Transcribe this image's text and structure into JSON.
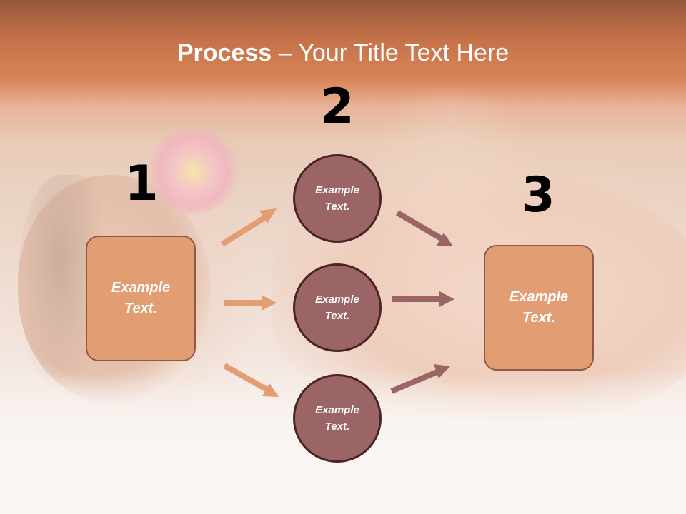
{
  "slide": {
    "title_bold": "Process",
    "title_rest": " – Your Title Text Here"
  },
  "steps": {
    "num1": "1",
    "num2": "2",
    "num3": "3"
  },
  "boxes": {
    "left": "Example Text.",
    "right": "Example Text."
  },
  "circles": [
    {
      "text": "Example Text."
    },
    {
      "text": "Example Text."
    },
    {
      "text": "Example Text."
    }
  ],
  "colors": {
    "box_fill": "#e39d73",
    "box_border": "#8f5a44",
    "circle_fill": "#9b6565",
    "circle_border": "#4a2424",
    "arrow_left": "#e39d73",
    "arrow_right": "#9b6565",
    "header": "#c8744a"
  },
  "icons": [
    "arrow-right-icon"
  ]
}
